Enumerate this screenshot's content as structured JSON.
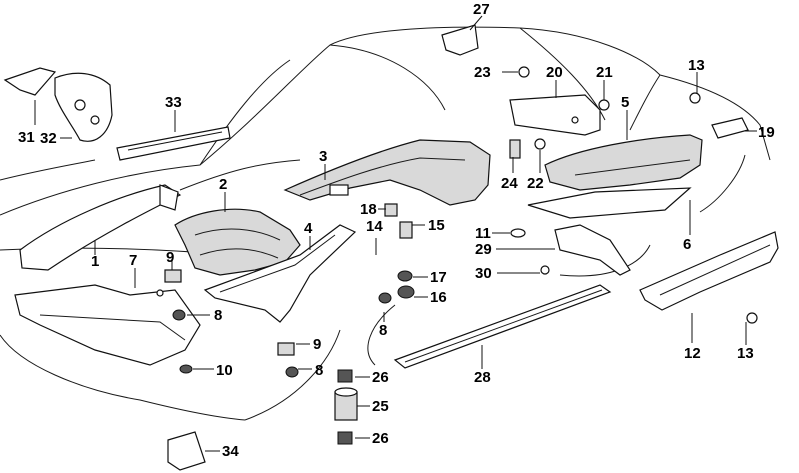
{
  "callouts": {
    "c1": "1",
    "c2": "2",
    "c3": "3",
    "c4": "4",
    "c5": "5",
    "c6": "6",
    "c7": "7",
    "c8a": "8",
    "c8b": "8",
    "c8c": "8",
    "c9a": "9",
    "c9b": "9",
    "c10": "10",
    "c11": "11",
    "c12": "12",
    "c13a": "13",
    "c13b": "13",
    "c14": "14",
    "c15": "15",
    "c16": "16",
    "c17": "17",
    "c18": "18",
    "c19": "19",
    "c20": "20",
    "c21": "21",
    "c22": "22",
    "c23": "23",
    "c24": "24",
    "c25": "25",
    "c26a": "26",
    "c26b": "26",
    "c27": "27",
    "c28": "28",
    "c29": "29",
    "c30": "30",
    "c31": "31",
    "c32": "32",
    "c33": "33",
    "c34": "34"
  }
}
